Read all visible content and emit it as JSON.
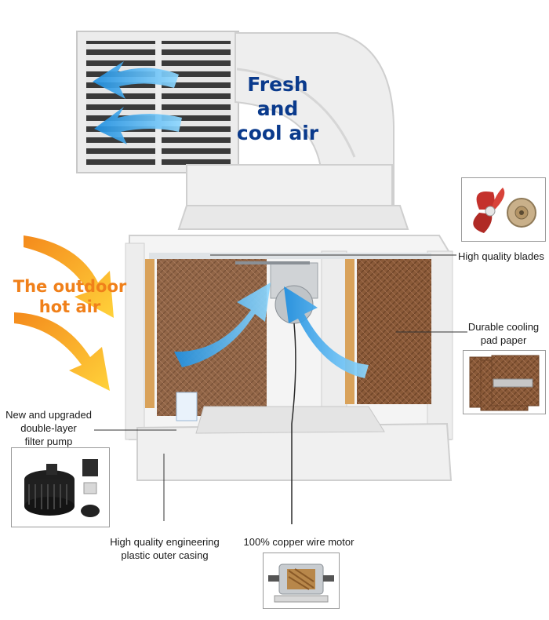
{
  "headlines": {
    "fresh_line1": "Fresh and",
    "fresh_line2": "cool air",
    "outdoor_line1": "The outdoor",
    "outdoor_line2": "hot air"
  },
  "callouts": {
    "blades": "High quality blades",
    "cooling_pad_line1": "Durable cooling",
    "cooling_pad_line2": "pad paper",
    "pump_line1": "New and upgraded",
    "pump_line2": "double-layer",
    "pump_line3": "filter pump",
    "casing_line1": "High quality engineering",
    "casing_line2": "plastic outer casing",
    "motor": "100% copper wire motor"
  },
  "colors": {
    "headline_blue": "#0a3a8c",
    "headline_orange": "#f0801a",
    "airflow_blue": "#3ab0f0",
    "casing_white": "#f2f2f2",
    "cooling_pad": "#8a5a38"
  }
}
